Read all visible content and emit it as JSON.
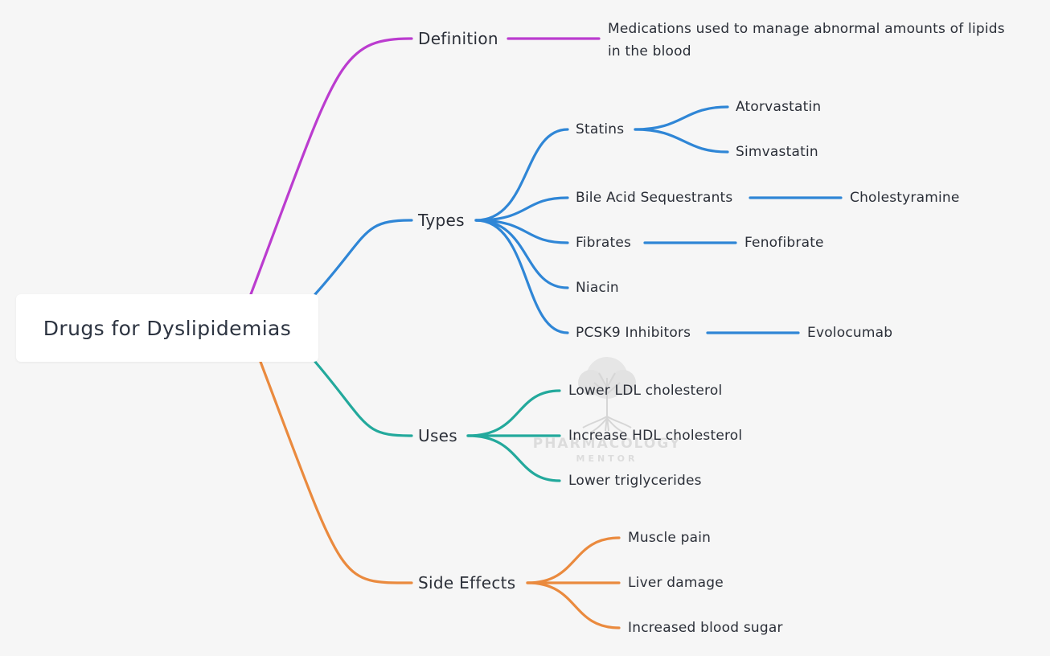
{
  "root": {
    "label": "Drugs for Dyslipidemias"
  },
  "colors": {
    "definition": "#bb3ccf",
    "types": "#2f86d6",
    "uses": "#23a99c",
    "side_effects": "#ea8a3e",
    "background": "#f6f6f6"
  },
  "branches": {
    "definition": {
      "label": "Definition",
      "text_line1": "Medications used to manage abnormal amounts of lipids",
      "text_line2": "in the blood"
    },
    "types": {
      "label": "Types",
      "statins": {
        "label": "Statins",
        "children": [
          "Atorvastatin",
          "Simvastatin"
        ]
      },
      "bile": {
        "label": "Bile Acid Sequestrants",
        "child": "Cholestyramine"
      },
      "fibrates": {
        "label": "Fibrates",
        "child": "Fenofibrate"
      },
      "niacin": {
        "label": "Niacin"
      },
      "pcsk9": {
        "label": "PCSK9 Inhibitors",
        "child": "Evolocumab"
      }
    },
    "uses": {
      "label": "Uses",
      "items": [
        "Lower LDL cholesterol",
        "Increase HDL cholesterol",
        "Lower triglycerides"
      ]
    },
    "side_effects": {
      "label": "Side Effects",
      "items": [
        "Muscle pain",
        "Liver damage",
        "Increased blood sugar"
      ]
    }
  },
  "watermark": {
    "title": "PHARMACOLOGY",
    "subtitle": "MENTOR",
    "icon": "tree-icon"
  }
}
